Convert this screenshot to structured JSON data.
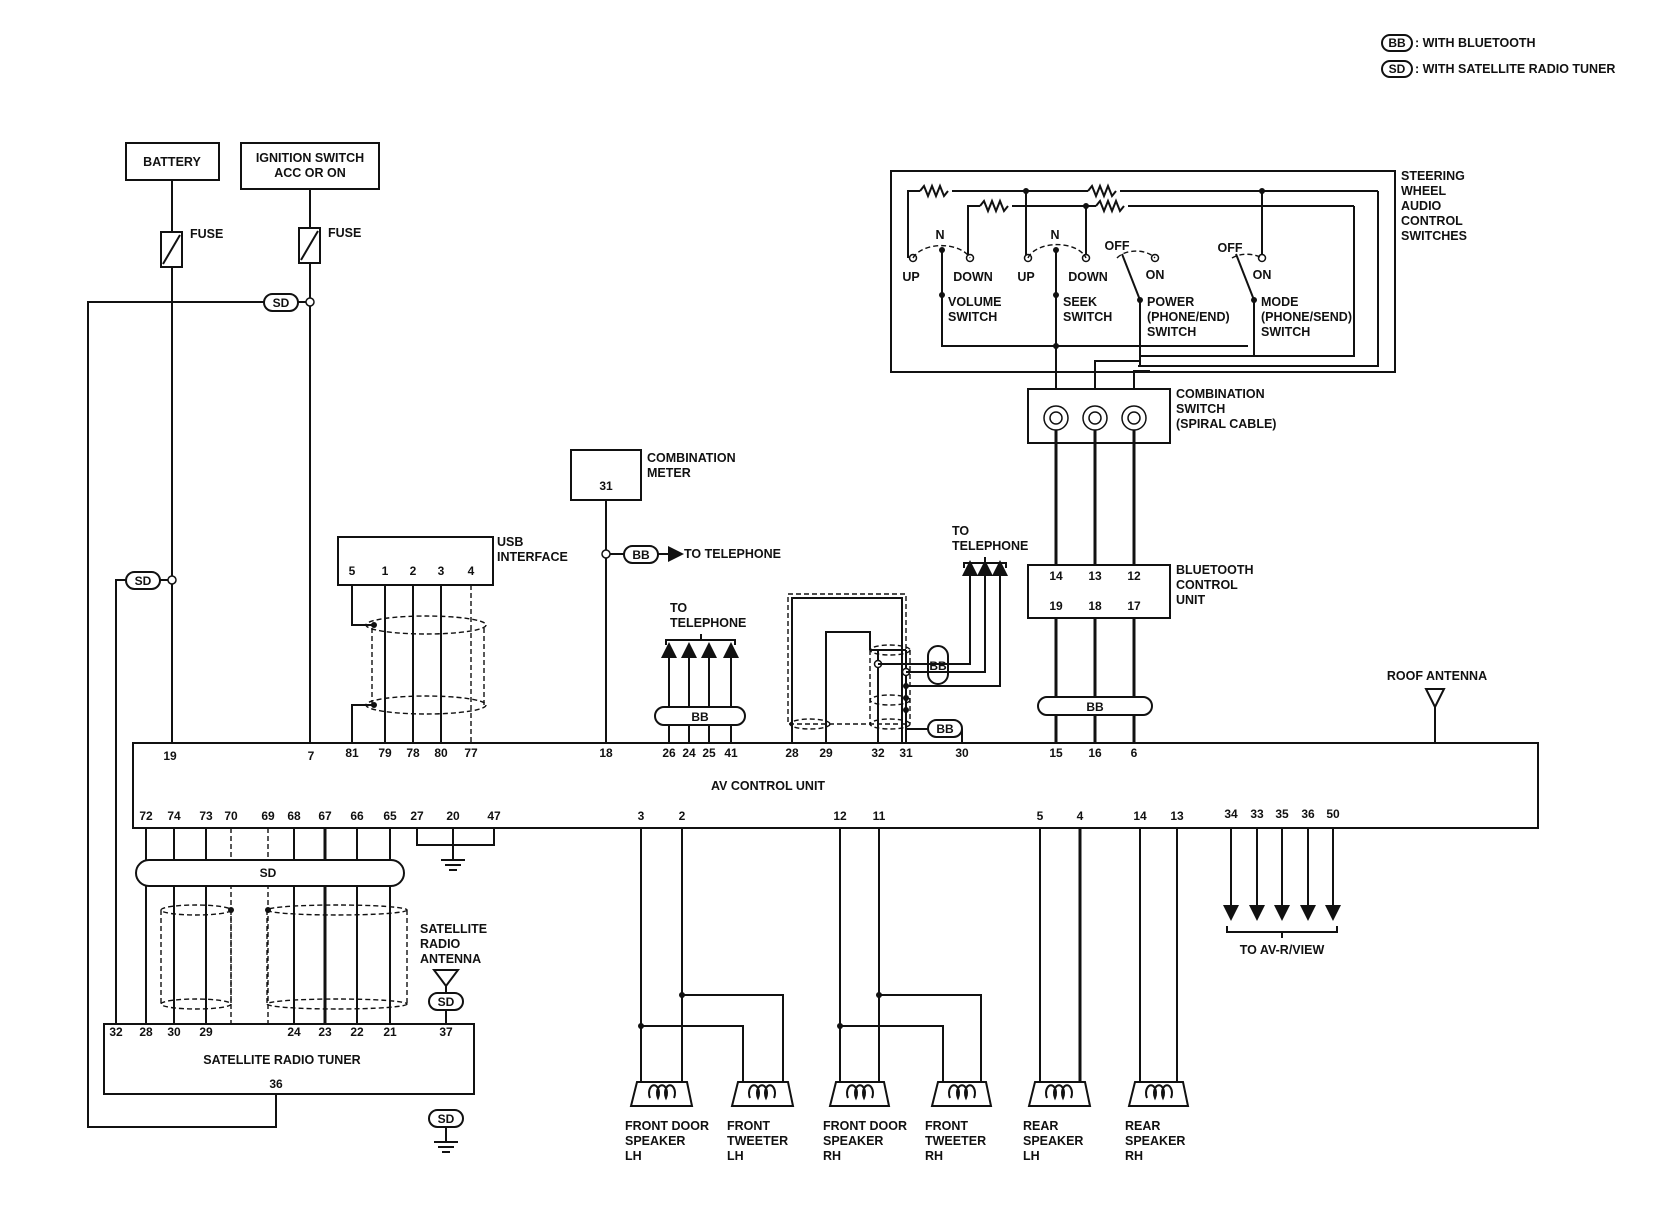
{
  "legend": {
    "bb_code": "BB",
    "bb_text": ": WITH BLUETOOTH",
    "sd_code": "SD",
    "sd_text": ": WITH SATELLITE RADIO TUNER"
  },
  "components": {
    "battery": "BATTERY",
    "ignition_line1": "IGNITION SWITCH",
    "ignition_line2": "ACC OR ON",
    "fuse": "FUSE",
    "usb_line1": "USB",
    "usb_line2": "INTERFACE",
    "meter_line1": "COMBINATION",
    "meter_line2": "METER",
    "meter_pin": "31",
    "av_unit": "AV CONTROL UNIT",
    "sat_tuner": "SATELLITE RADIO TUNER",
    "sat_antenna_1": "SATELLITE",
    "sat_antenna_2": "RADIO",
    "sat_antenna_3": "ANTENNA",
    "roof_antenna": "ROOF ANTENNA",
    "to_telephone": "TO TELEPHONE",
    "to_1": "TO",
    "telephone": "TELEPHONE",
    "to_av": "TO AV-R/VIEW",
    "combo_switch_1": "COMBINATION",
    "combo_switch_2": "SWITCH",
    "combo_switch_3": "(SPIRAL CABLE)",
    "bt_unit_1": "BLUETOOTH",
    "bt_unit_2": "CONTROL",
    "bt_unit_3": "UNIT",
    "steering_1": "STEERING",
    "steering_2": "WHEEL",
    "steering_3": "AUDIO",
    "steering_4": "CONTROL",
    "steering_5": "SWITCHES",
    "volume_switch_1": "VOLUME",
    "volume_switch_2": "SWITCH",
    "seek_switch_1": "SEEK",
    "seek_switch_2": "SWITCH",
    "power_switch_1": "POWER",
    "power_switch_2": "(PHONE/END)",
    "power_switch_3": "SWITCH",
    "mode_switch_1": "MODE",
    "mode_switch_2": "(PHONE/SEND)",
    "mode_switch_3": "SWITCH",
    "up": "UP",
    "down": "DOWN",
    "n": "N",
    "off": "OFF",
    "on": "ON"
  },
  "speakers": [
    {
      "l1": "FRONT DOOR",
      "l2": "SPEAKER",
      "l3": "LH"
    },
    {
      "l1": "FRONT",
      "l2": "TWEETER",
      "l3": "LH"
    },
    {
      "l1": "FRONT DOOR",
      "l2": "SPEAKER",
      "l3": "RH"
    },
    {
      "l1": "FRONT",
      "l2": "TWEETER",
      "l3": "RH"
    },
    {
      "l1": "REAR",
      "l2": "SPEAKER",
      "l3": "LH"
    },
    {
      "l1": "REAR",
      "l2": "SPEAKER",
      "l3": "RH"
    }
  ],
  "pins": {
    "usb": [
      "5",
      "1",
      "2",
      "3",
      "4"
    ],
    "bt_top": [
      "14",
      "13",
      "12"
    ],
    "bt_bottom": [
      "19",
      "18",
      "17"
    ],
    "av_top": [
      "19",
      "7",
      "81",
      "79",
      "78",
      "80",
      "77",
      "18",
      "26",
      "24",
      "25",
      "41",
      "28",
      "29",
      "32",
      "31",
      "30",
      "15",
      "16",
      "6"
    ],
    "av_bottom": [
      "72",
      "74",
      "73",
      "70",
      "69",
      "68",
      "67",
      "66",
      "65",
      "27",
      "20",
      "47",
      "3",
      "2",
      "12",
      "11",
      "5",
      "4",
      "14",
      "13",
      "34",
      "33",
      "35",
      "36",
      "50"
    ],
    "sat_top": [
      "32",
      "28",
      "30",
      "29",
      "24",
      "23",
      "22",
      "21",
      "37"
    ],
    "sat_bottom": "36"
  }
}
